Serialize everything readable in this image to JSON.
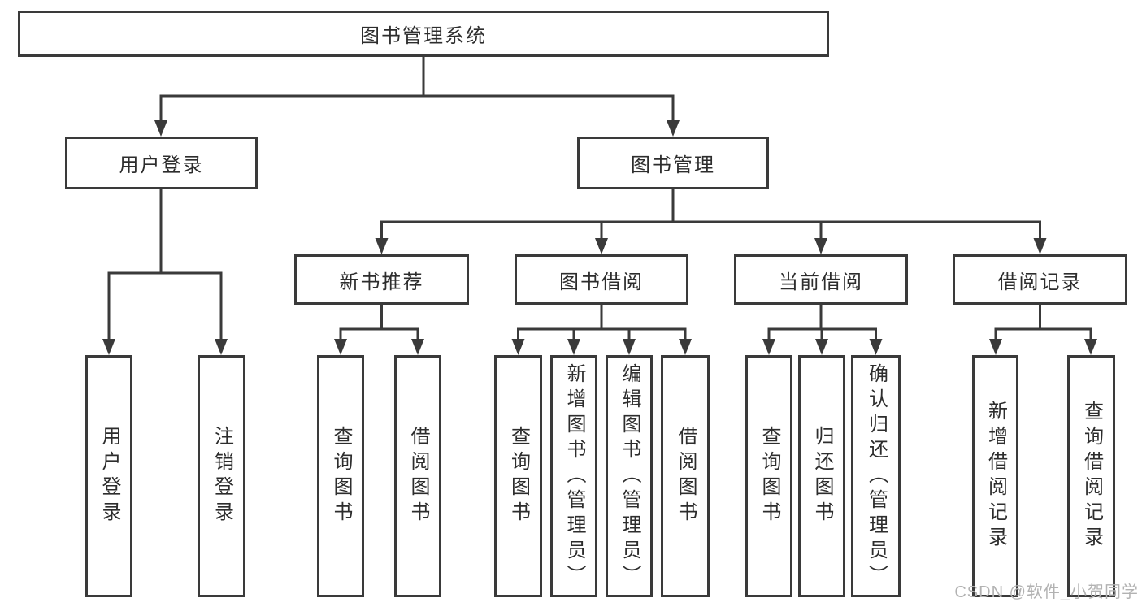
{
  "diagram_type": "hierarchy-tree",
  "colors": {
    "background": "#ffffff",
    "box_fill": "#ffffff",
    "box_border": "#3a3a3a",
    "line": "#3a3a3a",
    "text": "#2d2d2d",
    "watermark": "#b2b2b2"
  },
  "nodes": {
    "root": {
      "label": "图书管理系统"
    },
    "l2_user_login": {
      "label": "用户登录"
    },
    "l2_book_management": {
      "label": "图书管理"
    },
    "l3_new_book_recommendation": {
      "label": "新书推荐"
    },
    "l3_book_borrowing": {
      "label": "图书借阅"
    },
    "l3_current_borrowing": {
      "label": "当前借阅"
    },
    "l3_borrowing_records": {
      "label": "借阅记录"
    },
    "a1_user_login": {
      "label": "用户登录"
    },
    "a2_logout": {
      "label": "注销登录"
    },
    "b1_query_books": {
      "label": "查询图书"
    },
    "b2_borrow_books": {
      "label": "借阅图书"
    },
    "c1_query_books": {
      "label": "查询图书"
    },
    "c2_add_books_admin": {
      "label": "新增图书（管理员）"
    },
    "c3_edit_books_admin": {
      "label": "编辑图书（管理员）"
    },
    "c4_borrow_books": {
      "label": "借阅图书"
    },
    "d1_query_books": {
      "label": "查询图书"
    },
    "d2_return_books": {
      "label": "归还图书"
    },
    "d3_confirm_return_admin": {
      "label": "确认归还（管理员）"
    },
    "e1_add_borrowing_record": {
      "label": "新增借阅记录"
    },
    "e2_query_borrowing_record": {
      "label": "查询借阅记录"
    }
  },
  "structure": {
    "图书管理系统": [
      "用户登录",
      "图书管理"
    ],
    "用户登录": [
      "用户登录",
      "注销登录"
    ],
    "图书管理": [
      "新书推荐",
      "图书借阅",
      "当前借阅",
      "借阅记录"
    ],
    "新书推荐": [
      "查询图书",
      "借阅图书"
    ],
    "图书借阅": [
      "查询图书",
      "新增图书（管理员）",
      "编辑图书（管理员）",
      "借阅图书"
    ],
    "当前借阅": [
      "查询图书",
      "归还图书",
      "确认归还（管理员）"
    ],
    "借阅记录": [
      "新增借阅记录",
      "查询借阅记录"
    ]
  },
  "watermark": {
    "text": "CSDN @软件_小贺同学"
  }
}
